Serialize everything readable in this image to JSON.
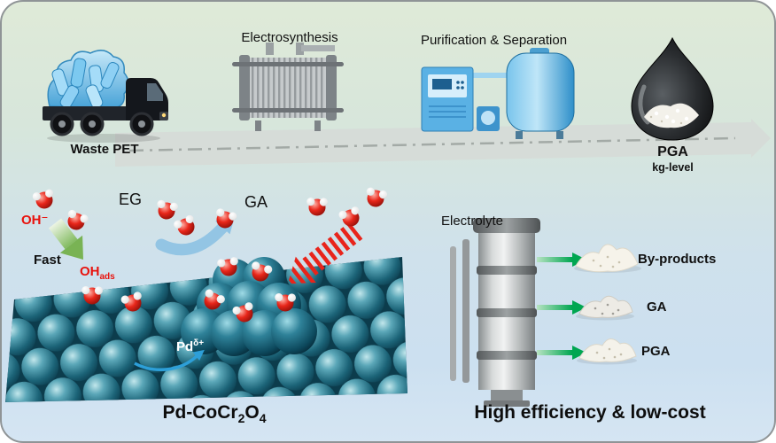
{
  "top_flow": {
    "waste_pet": "Waste PET",
    "electrosynthesis": "Electrosynthesis",
    "purification": "Purification & Separation",
    "pga": "PGA",
    "kg_level": "kg-level"
  },
  "mechanism": {
    "oh_minus": "OH⁻",
    "fast": "Fast",
    "oh_ads": {
      "main": "OH",
      "sub": "ads"
    },
    "eg": "EG",
    "ga": "GA",
    "pd": {
      "main": "Pd",
      "sup": "δ+"
    },
    "caption": {
      "p1": "Pd-CoCr",
      "s1": "2",
      "p2": "O",
      "s2": "4"
    }
  },
  "separation": {
    "electrolyte": "Electrolyte",
    "products": [
      {
        "label": "By-products"
      },
      {
        "label": "GA"
      },
      {
        "label": "PGA"
      }
    ],
    "caption": "High efficiency & low-cost"
  },
  "icons": {
    "waste_pet_truck": "black truck loaded with crushed blue PET bottles",
    "electrolyzer": "gray electrosynthesis cell stack",
    "purification_unit": "blue purification and separation equipment",
    "pga_droplet": "dark droplet with white PGA crystals",
    "process_arrow_band": "gray dashed process-flow arrow",
    "catalyst_surface": "tilted array of teal catalyst spheres",
    "pd_cluster": "dark teal Pd nanoparticle cluster",
    "water_molecule": "red sphere with two white hydrogen spheres",
    "separation_column": "gray electrolyte separation column",
    "powder_pile": "pile of white product powder",
    "green_arrow": "green product arrow"
  },
  "colors": {
    "bg_top": "#dfead8",
    "bg_bottom": "#d5e5f3",
    "accent_red": "#e8120c",
    "green_arrow": "#00a651",
    "blue_arrow": "#8fc3e4",
    "sphere_teal": "#1c6478",
    "bottle_blue": "#7cc9f0"
  }
}
